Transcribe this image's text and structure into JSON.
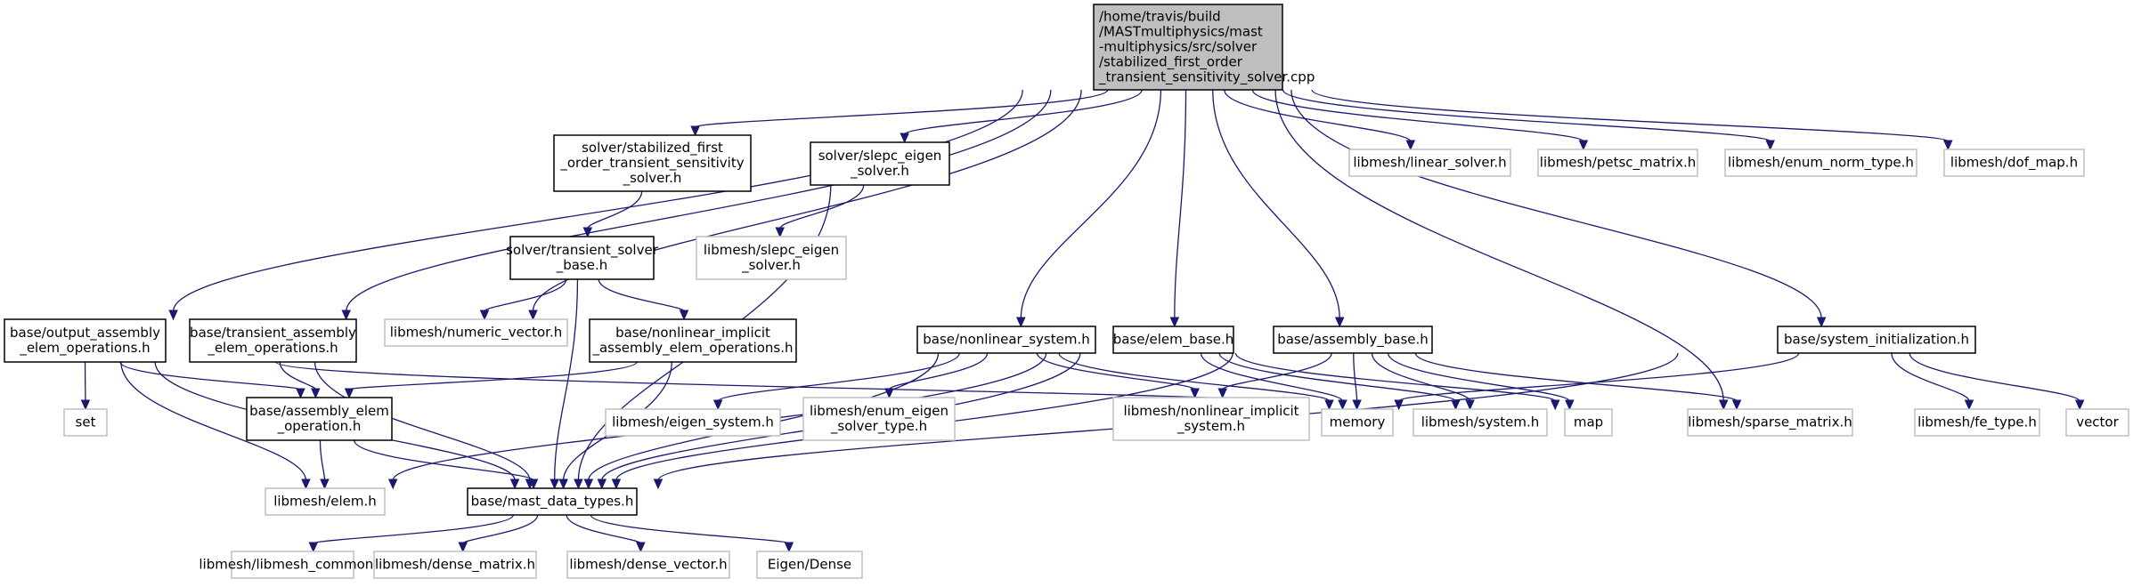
{
  "graph": {
    "root": "file",
    "nodes": [
      {
        "id": "file",
        "kind": "root",
        "lines": [
          "/home/travis/build",
          "/MASTmultiphysics/mast",
          "-multiphysics/src/solver",
          "/stabilized_first_order",
          "_transient_sensitivity_solver.cpp"
        ]
      },
      {
        "id": "stab_h",
        "kind": "doc",
        "lines": [
          "solver/stabilized_first",
          "_order_transient_sensitivity",
          "_solver.h"
        ]
      },
      {
        "id": "slepc_h",
        "kind": "doc",
        "lines": [
          "solver/slepc_eigen",
          "_solver.h"
        ]
      },
      {
        "id": "trans_h",
        "kind": "doc",
        "lines": [
          "solver/transient_solver",
          "_base.h"
        ]
      },
      {
        "id": "lm_slepc",
        "kind": "ext",
        "lines": [
          "libmesh/slepc_eigen",
          "_solver.h"
        ]
      },
      {
        "id": "lm_numvec",
        "kind": "ext",
        "lines": [
          "libmesh/numeric_vector.h"
        ]
      },
      {
        "id": "nlimpl_h",
        "kind": "doc",
        "lines": [
          "base/nonlinear_implicit",
          "_assembly_elem_operations.h"
        ]
      },
      {
        "id": "outasm_h",
        "kind": "doc",
        "lines": [
          "base/output_assembly",
          "_elem_operations.h"
        ]
      },
      {
        "id": "transasm_h",
        "kind": "doc",
        "lines": [
          "base/transient_assembly",
          "_elem_operations.h"
        ]
      },
      {
        "id": "nlsys_h",
        "kind": "doc",
        "lines": [
          "base/nonlinear_system.h"
        ]
      },
      {
        "id": "elembase_h",
        "kind": "doc",
        "lines": [
          "base/elem_base.h"
        ]
      },
      {
        "id": "asmbase_h",
        "kind": "doc",
        "lines": [
          "base/assembly_base.h"
        ]
      },
      {
        "id": "sysinit_h",
        "kind": "doc",
        "lines": [
          "base/system_initialization.h"
        ]
      },
      {
        "id": "lm_linsolv",
        "kind": "ext",
        "lines": [
          "libmesh/linear_solver.h"
        ]
      },
      {
        "id": "lm_petsc",
        "kind": "ext",
        "lines": [
          "libmesh/petsc_matrix.h"
        ]
      },
      {
        "id": "lm_enumnorm",
        "kind": "ext",
        "lines": [
          "libmesh/enum_norm_type.h"
        ]
      },
      {
        "id": "lm_dofmap",
        "kind": "ext",
        "lines": [
          "libmesh/dof_map.h"
        ]
      },
      {
        "id": "std_set",
        "kind": "ext",
        "lines": [
          "set"
        ]
      },
      {
        "id": "asmop_h",
        "kind": "doc",
        "lines": [
          "base/assembly_elem",
          "_operation.h"
        ]
      },
      {
        "id": "lm_eigsys",
        "kind": "ext",
        "lines": [
          "libmesh/eigen_system.h"
        ]
      },
      {
        "id": "lm_enumeig",
        "kind": "ext",
        "lines": [
          "libmesh/enum_eigen",
          "_solver_type.h"
        ]
      },
      {
        "id": "lm_nlimplsys",
        "kind": "ext",
        "lines": [
          "libmesh/nonlinear_implicit",
          "_system.h"
        ]
      },
      {
        "id": "std_memory",
        "kind": "ext",
        "lines": [
          "memory"
        ]
      },
      {
        "id": "lm_system",
        "kind": "ext",
        "lines": [
          "libmesh/system.h"
        ]
      },
      {
        "id": "std_map",
        "kind": "ext",
        "lines": [
          "map"
        ]
      },
      {
        "id": "lm_sparse",
        "kind": "ext",
        "lines": [
          "libmesh/sparse_matrix.h"
        ]
      },
      {
        "id": "lm_fetype",
        "kind": "ext",
        "lines": [
          "libmesh/fe_type.h"
        ]
      },
      {
        "id": "std_vector",
        "kind": "ext",
        "lines": [
          "vector"
        ]
      },
      {
        "id": "lm_elem",
        "kind": "ext",
        "lines": [
          "libmesh/elem.h"
        ]
      },
      {
        "id": "mdt_h",
        "kind": "doc",
        "lines": [
          "base/mast_data_types.h"
        ]
      },
      {
        "id": "lm_common",
        "kind": "ext",
        "lines": [
          "libmesh/libmesh_common.h"
        ]
      },
      {
        "id": "lm_densemat",
        "kind": "ext",
        "lines": [
          "libmesh/dense_matrix.h"
        ]
      },
      {
        "id": "lm_densevec",
        "kind": "ext",
        "lines": [
          "libmesh/dense_vector.h"
        ]
      },
      {
        "id": "eigen_dense",
        "kind": "ext",
        "lines": [
          "Eigen/Dense"
        ]
      }
    ],
    "edges": [
      [
        "file",
        "stab_h"
      ],
      [
        "file",
        "slepc_h"
      ],
      [
        "file",
        "lm_numvec"
      ],
      [
        "file",
        "outasm_h"
      ],
      [
        "file",
        "transasm_h"
      ],
      [
        "file",
        "nlsys_h"
      ],
      [
        "file",
        "elembase_h"
      ],
      [
        "file",
        "asmbase_h"
      ],
      [
        "file",
        "sysinit_h"
      ],
      [
        "file",
        "lm_linsolv"
      ],
      [
        "file",
        "lm_petsc"
      ],
      [
        "file",
        "lm_enumnorm"
      ],
      [
        "file",
        "lm_dofmap"
      ],
      [
        "file",
        "lm_sparse"
      ],
      [
        "stab_h",
        "trans_h"
      ],
      [
        "slepc_h",
        "lm_slepc"
      ],
      [
        "slepc_h",
        "mdt_h"
      ],
      [
        "trans_h",
        "lm_numvec"
      ],
      [
        "trans_h",
        "nlimpl_h"
      ],
      [
        "trans_h",
        "mdt_h"
      ],
      [
        "nlimpl_h",
        "asmop_h"
      ],
      [
        "nlimpl_h",
        "mdt_h"
      ],
      [
        "outasm_h",
        "std_set"
      ],
      [
        "outasm_h",
        "asmop_h"
      ],
      [
        "outasm_h",
        "lm_elem"
      ],
      [
        "outasm_h",
        "mdt_h"
      ],
      [
        "outasm_h",
        "std_memory"
      ],
      [
        "transasm_h",
        "asmop_h"
      ],
      [
        "transasm_h",
        "mdt_h"
      ],
      [
        "asmop_h",
        "lm_elem"
      ],
      [
        "asmop_h",
        "mdt_h"
      ],
      [
        "nlsys_h",
        "lm_eigsys"
      ],
      [
        "nlsys_h",
        "lm_enumeig"
      ],
      [
        "nlsys_h",
        "lm_nlimplsys"
      ],
      [
        "nlsys_h",
        "std_memory"
      ],
      [
        "nlsys_h",
        "mdt_h"
      ],
      [
        "elembase_h",
        "std_memory"
      ],
      [
        "elembase_h",
        "lm_system"
      ],
      [
        "elembase_h",
        "std_map"
      ],
      [
        "elembase_h",
        "lm_elem"
      ],
      [
        "elembase_h",
        "mdt_h"
      ],
      [
        "asmbase_h",
        "lm_nlimplsys"
      ],
      [
        "asmbase_h",
        "std_memory"
      ],
      [
        "asmbase_h",
        "lm_system"
      ],
      [
        "asmbase_h",
        "std_map"
      ],
      [
        "asmbase_h",
        "lm_sparse"
      ],
      [
        "asmbase_h",
        "mdt_h"
      ],
      [
        "sysinit_h",
        "std_memory"
      ],
      [
        "sysinit_h",
        "lm_fetype"
      ],
      [
        "sysinit_h",
        "std_vector"
      ],
      [
        "sysinit_h",
        "mdt_h"
      ],
      [
        "mdt_h",
        "lm_common"
      ],
      [
        "mdt_h",
        "lm_densemat"
      ],
      [
        "mdt_h",
        "lm_densevec"
      ],
      [
        "mdt_h",
        "eigen_dense"
      ]
    ]
  }
}
